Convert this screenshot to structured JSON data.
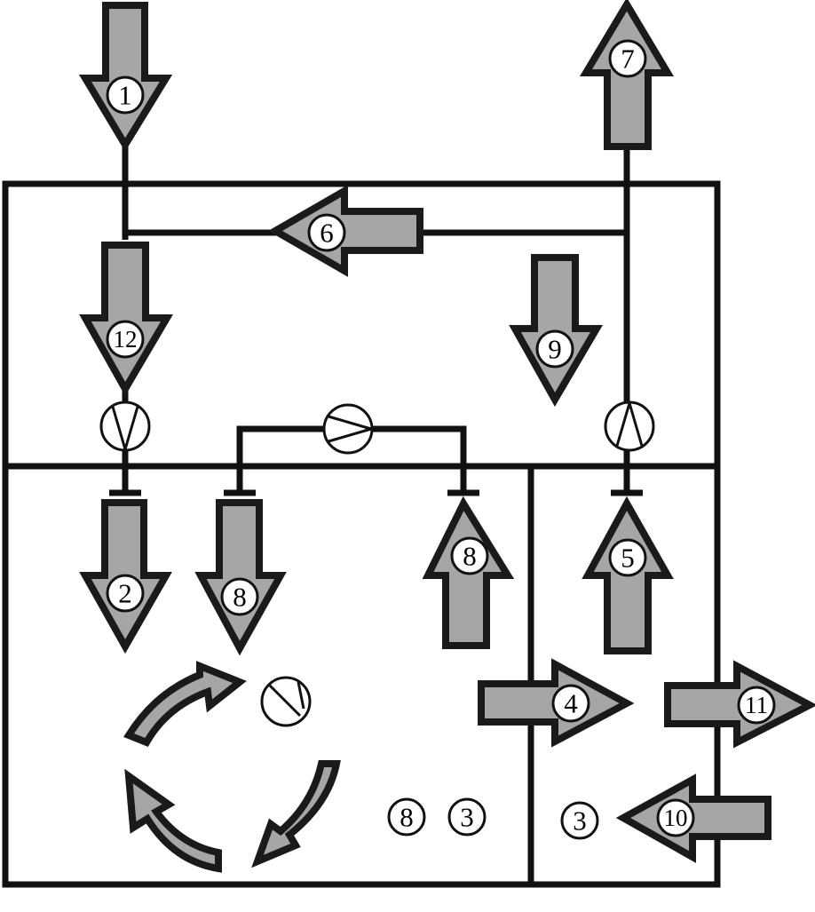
{
  "labels": {
    "a1": "1",
    "a2": "2",
    "a4": "4",
    "a5": "5",
    "a6": "6",
    "a7": "7",
    "a8_left": "8",
    "a8_right": "8",
    "a9": "9",
    "a10": "10",
    "a11": "11",
    "a12": "12",
    "free_8": "8",
    "free_3_left": "3",
    "free_3_right": "3"
  },
  "colors": {
    "arrow_fill": "#a6a6a6",
    "arrow_stroke": "#1a1a1a",
    "line": "#111111",
    "background": "#ffffff"
  }
}
